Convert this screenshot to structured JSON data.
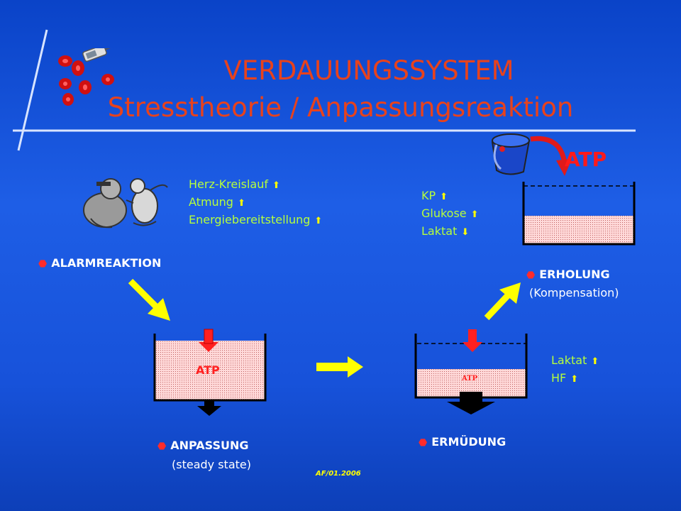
{
  "title": {
    "line1": "VERDAUUNGSSYSTEM",
    "line2": "Stresstheorie / Anpassungsreaktion"
  },
  "alarm": {
    "label": "ALARMREAKTION",
    "effects": [
      {
        "text": "Herz-Kreislauf",
        "direction": "up"
      },
      {
        "text": "Atmung",
        "direction": "up"
      },
      {
        "text": "Energiebereitstellung",
        "direction": "up"
      }
    ]
  },
  "recovery": {
    "label": "ERHOLUNG",
    "sublabel": "(Kompensation)",
    "effects": [
      {
        "text": "KP",
        "direction": "up"
      },
      {
        "text": "Glukose",
        "direction": "up"
      },
      {
        "text": "Laktat",
        "direction": "down"
      }
    ],
    "atp_label": "ATP"
  },
  "adaptation": {
    "label": "ANPASSUNG",
    "sublabel": "(steady state)",
    "atp_label": "ATP"
  },
  "fatigue": {
    "label": "ERMÜDUNG",
    "atp_label": "ATP",
    "effects": [
      {
        "text": "Laktat",
        "direction": "up"
      },
      {
        "text": "HF",
        "direction": "up"
      }
    ]
  },
  "footer": "AF/01.2006",
  "colors": {
    "title": "#e8421c",
    "effect_text": "#b6ff3c",
    "arrow": "#ffff00",
    "bullet": "#ff2b2b",
    "fill": "#ffd9d9"
  }
}
